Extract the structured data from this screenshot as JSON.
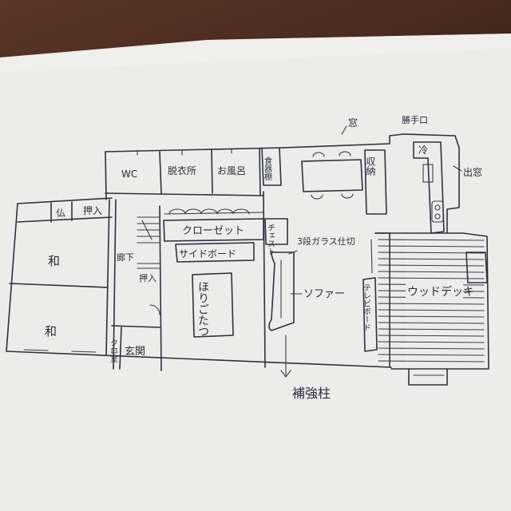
{
  "plan": {
    "labels": {
      "window_top": "窓",
      "kitchen_door": "勝手口",
      "fridge": "冷",
      "window_right": "出窓",
      "pantry": "食器棚",
      "storage": "収納",
      "wc": "WC",
      "washroom": "脱衣所",
      "bath": "お風呂",
      "buddha": "仏",
      "oshiire_top": "押入",
      "closet": "クローゼット",
      "chest": "チェスト",
      "sideboard": "サイドボード",
      "partition": "3段ガラス仕切",
      "corridor": "廊下",
      "oshiire_side": "押入",
      "washitsu_1": "和",
      "washitsu_2": "和",
      "horigotatsu": "ほりごたつ",
      "sofa": "ソファー",
      "tv_board": "テレビボード",
      "wood_deck": "ウッドデッキ",
      "cloak": "クロ室",
      "entrance": "玄関",
      "pillar": "補強柱"
    },
    "colors": {
      "paper": "#eeeeec",
      "ink": "#2e3140",
      "table": "#4a2e22"
    }
  }
}
